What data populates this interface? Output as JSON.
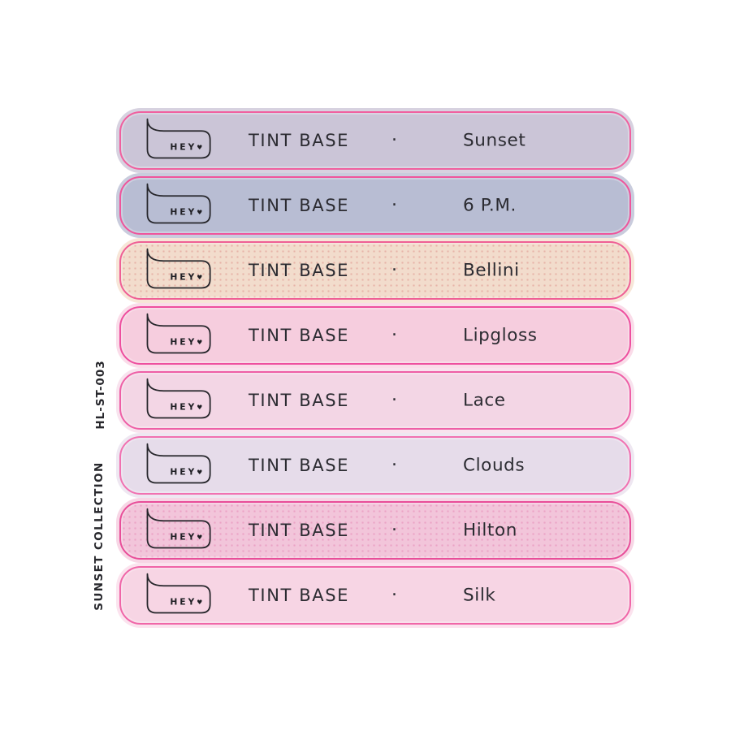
{
  "page": {
    "background": "#ffffff"
  },
  "side_labels": {
    "sku": "HL-ST-003",
    "collection": "SUNSET COLLECTION"
  },
  "logo": {
    "text": "HEY",
    "heart": "♥"
  },
  "separator": "·",
  "text_color": "#2b2b31",
  "bars": [
    {
      "product": "TINT BASE",
      "name": "Sunset",
      "fill": "#cbc5d7",
      "border": "#f0609f",
      "halo": "#d7d2e0",
      "dot": null
    },
    {
      "product": "TINT BASE",
      "name": "6 P.M.",
      "fill": "#b8bdd3",
      "border": "#ef559c",
      "halo": "#c9ccdd",
      "dot": null
    },
    {
      "product": "TINT BASE",
      "name": "Bellini",
      "fill": "#f2dccc",
      "border": "#ef5f95",
      "halo": "#f7e6d8",
      "dot": "rgba(222,148,138,0.55)"
    },
    {
      "product": "TINT BASE",
      "name": "Lipgloss",
      "fill": "#f6cdde",
      "border": "#ee4f9f",
      "halo": "#fadce9",
      "dot": null
    },
    {
      "product": "TINT BASE",
      "name": "Lace",
      "fill": "#f3d6e5",
      "border": "#ee5fa6",
      "halo": "#f8e3ee",
      "dot": null
    },
    {
      "product": "TINT BASE",
      "name": "Clouds",
      "fill": "#e6dcea",
      "border": "#f171b1",
      "halo": "#eee7f1",
      "dot": null
    },
    {
      "product": "TINT BASE",
      "name": "Hilton",
      "fill": "#f2c5da",
      "border": "#e84e99",
      "halo": "#f7d6e5",
      "dot": "rgba(226,120,170,0.45)"
    },
    {
      "product": "TINT BASE",
      "name": "Silk",
      "fill": "#f7d5e4",
      "border": "#f066a8",
      "halo": "#fbe3ee",
      "dot": null
    }
  ]
}
